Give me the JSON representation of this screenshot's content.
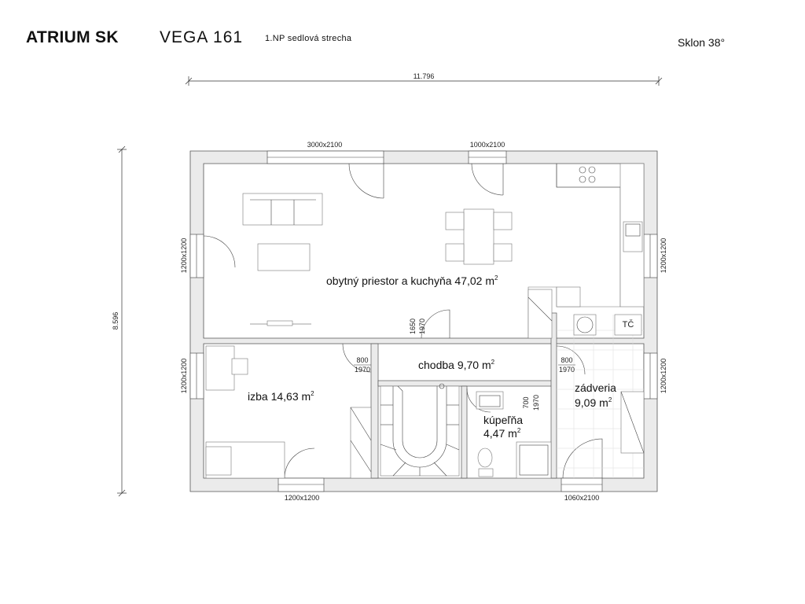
{
  "header": {
    "brand": "ATRIUM SK",
    "model": "VEGA 161",
    "floor_label": "1.NP  sedlová strecha",
    "slope": "Sklon 38°"
  },
  "dimensions": {
    "overall_width": "11.796",
    "overall_depth": "8.596"
  },
  "openings": {
    "top_left_window": "3000x2100",
    "top_right_window": "1000x2100",
    "left_upper_window": "1200x1200",
    "left_lower_window": "1200x1200",
    "right_upper_window": "1200x1200",
    "right_lower_window": "1200x1200",
    "bottom_left_window": "1200x1200",
    "bottom_right_door": "1060x2100",
    "door_living_w": "1650",
    "door_living_h": "1970",
    "door_izba_w": "800",
    "door_izba_h": "1970",
    "door_zadveria_w": "800",
    "door_zadveria_h": "1970",
    "door_kupelna_w": "700",
    "door_kupelna_h": "1970"
  },
  "rooms": {
    "living": {
      "name": "obytný priestor a kuchyňa 47,02 m",
      "sup": "2"
    },
    "chodba": {
      "name": "chodba 9,70 m",
      "sup": "2"
    },
    "izba": {
      "name": "izba 14,63 m",
      "sup": "2"
    },
    "kupelna_line1": "kúpeľňa",
    "kupelna_line2": "4,47 m",
    "kupelna_sup": "2",
    "zadveria_line1": "zádveria",
    "zadveria_line2": "9,09 m",
    "zadveria_sup": "2"
  },
  "fixtures": {
    "heat_pump": "TČ"
  }
}
